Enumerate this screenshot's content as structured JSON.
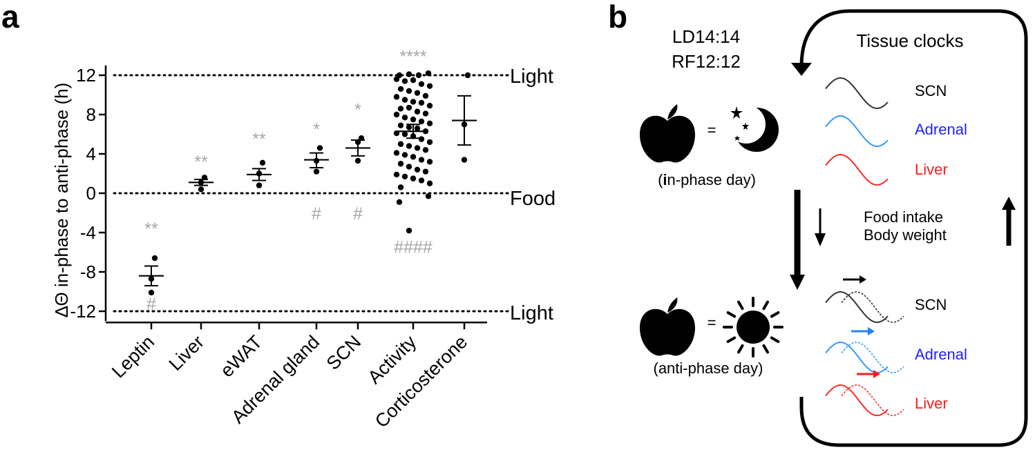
{
  "panel_a": {
    "letter": "a",
    "ylabel": "ΔΘ in-phase to anti-phase (h)",
    "ref_labels": {
      "top": "Light",
      "middle": "Food",
      "bottom": "Light"
    }
  },
  "panel_b": {
    "letter": "b",
    "condition_1": "LD14:14",
    "condition_2": "RF12:12",
    "tissue_title": "Tissue clocks",
    "in_phase_day": "(in-phase day)",
    "in_phase_bold": "i",
    "in_phase_rest": "n-phase day)",
    "anti_phase_day": "(anti-phase day)",
    "equals_sign": "=",
    "food_intake": "Food intake",
    "body_weight": "Body weight",
    "tissues_top": [
      "SCN",
      "Adrenal",
      "Liver"
    ],
    "tissues_bottom": [
      "SCN",
      "Adrenal",
      "Liver"
    ],
    "colors": {
      "SCN": "#000000",
      "Adrenal": "#1f1fff",
      "Liver": "#ff1a1a"
    },
    "wave_colors": {
      "SCN": "#333333",
      "Adrenal": "#3399ff",
      "Liver": "#ff2a2a"
    },
    "icons": [
      "apple-icon",
      "moon-stars-icon",
      "sun-icon",
      "arrow-down-icon",
      "arrow-up-icon",
      "shift-right-arrow-icon"
    ]
  },
  "chart_data": {
    "type": "scatter",
    "categories": [
      "Leptin",
      "Liver",
      "eWAT",
      "Adrenal gland",
      "SCN",
      "Activity",
      "Corticosterone"
    ],
    "ylim": [
      -13,
      13
    ],
    "yticks": [
      -12,
      -8,
      -4,
      0,
      4,
      8,
      12
    ],
    "ytick_labels": [
      "-12",
      "-8",
      "-4",
      "0",
      "4",
      "8",
      "12"
    ],
    "reference_lines": [
      12,
      0,
      -12
    ],
    "grid": false,
    "legend": "none",
    "series": [
      {
        "category": "Leptin",
        "points": [
          -6.6,
          -8.7,
          -10.1
        ],
        "mean": -8.4,
        "err_low": -9.4,
        "err_high": -7.4,
        "sig_top": "**",
        "sig_bottom": "#",
        "sig_top_y": -3.5,
        "sig_bottom_y": -11.3
      },
      {
        "category": "Liver",
        "points": [
          1.6,
          1.1,
          0.4
        ],
        "mean": 1.1,
        "err_low": 0.8,
        "err_high": 1.4,
        "sig_top": "**",
        "sig_bottom": "",
        "sig_top_y": 3.3,
        "sig_bottom_y": 0
      },
      {
        "category": "eWAT",
        "points": [
          3.1,
          2.0,
          0.8
        ],
        "mean": 1.9,
        "err_low": 1.3,
        "err_high": 2.5,
        "sig_top": "**",
        "sig_bottom": "",
        "sig_top_y": 5.6,
        "sig_bottom_y": 0
      },
      {
        "category": "Adrenal gland",
        "points": [
          4.6,
          3.3,
          2.2
        ],
        "mean": 3.4,
        "err_low": 2.6,
        "err_high": 4.1,
        "sig_top": "*",
        "sig_bottom": "#",
        "sig_top_y": 6.6,
        "sig_bottom_y": -2.1
      },
      {
        "category": "SCN",
        "points": [
          5.6,
          5.2,
          3.3
        ],
        "mean": 4.6,
        "err_low": 3.8,
        "err_high": 5.4,
        "sig_top": "*",
        "sig_bottom": "#",
        "sig_top_y": 8.6,
        "sig_bottom_y": -2.1
      },
      {
        "category": "Activity",
        "points": [
          12.0,
          12.1,
          12.0,
          12.2,
          11.6,
          11.4,
          11.5,
          11.1,
          10.9,
          10.6,
          10.4,
          10.2,
          9.9,
          9.8,
          9.5,
          9.3,
          9.2,
          8.9,
          8.6,
          8.7,
          8.3,
          8.1,
          8.0,
          7.7,
          7.5,
          7.3,
          7.1,
          6.9,
          6.7,
          6.6,
          6.3,
          6.1,
          6.0,
          5.8,
          5.5,
          5.2,
          5.0,
          4.8,
          4.6,
          4.4,
          4.1,
          3.9,
          3.7,
          3.4,
          3.2,
          3.0,
          2.7,
          2.4,
          2.2,
          1.9,
          1.7,
          1.5,
          1.3,
          1.0,
          0.6,
          -0.3,
          -0.9,
          -3.8
        ],
        "mean": 6.3,
        "err_low": 5.6,
        "err_high": 7.0,
        "sig_top": "****",
        "sig_bottom": "####",
        "sig_top_y": 14.0,
        "sig_bottom_y": -5.5
      },
      {
        "category": "Corticosterone",
        "points": [
          12.0,
          7.0,
          3.4
        ],
        "mean": 7.4,
        "err_low": 4.9,
        "err_high": 9.9,
        "sig_top": "",
        "sig_bottom": "",
        "sig_top_y": 0,
        "sig_bottom_y": 0
      }
    ]
  }
}
